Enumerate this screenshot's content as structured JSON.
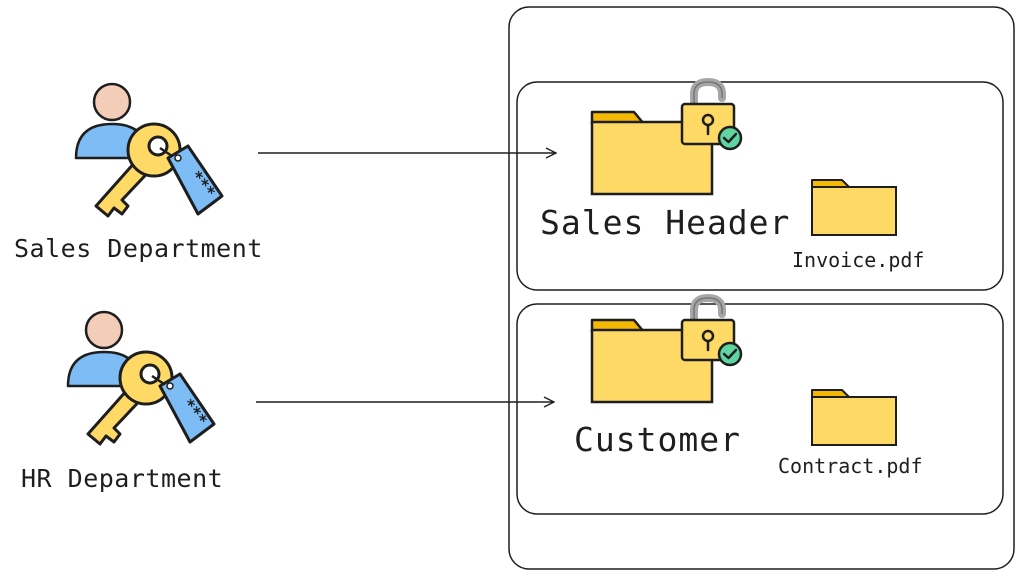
{
  "actors": [
    {
      "id": "sales",
      "label": "Sales Department"
    },
    {
      "id": "hr",
      "label": "HR Department"
    }
  ],
  "folders": [
    {
      "id": "sales-header",
      "title": "Sales Header",
      "file": "Invoice.pdf",
      "locked": true
    },
    {
      "id": "customer",
      "title": "Customer",
      "file": "Contract.pdf",
      "locked": true
    }
  ],
  "colors": {
    "stroke": "#1e1e1e",
    "folder_fill": "#ffd966",
    "folder_tab": "#f5b800",
    "lock_shackle": "#a6a6a6",
    "check_fill": "#5fd3a0",
    "person_head": "#f4cdb9",
    "person_body": "#7dbcf5",
    "key_fill": "#ffd966",
    "tag_fill": "#7dbcf5"
  },
  "icons": {
    "person": "user-icon",
    "key": "key-icon",
    "tag": "password-tag-icon",
    "folder": "folder-icon",
    "lock": "padlock-icon",
    "check": "check-circle-icon"
  }
}
